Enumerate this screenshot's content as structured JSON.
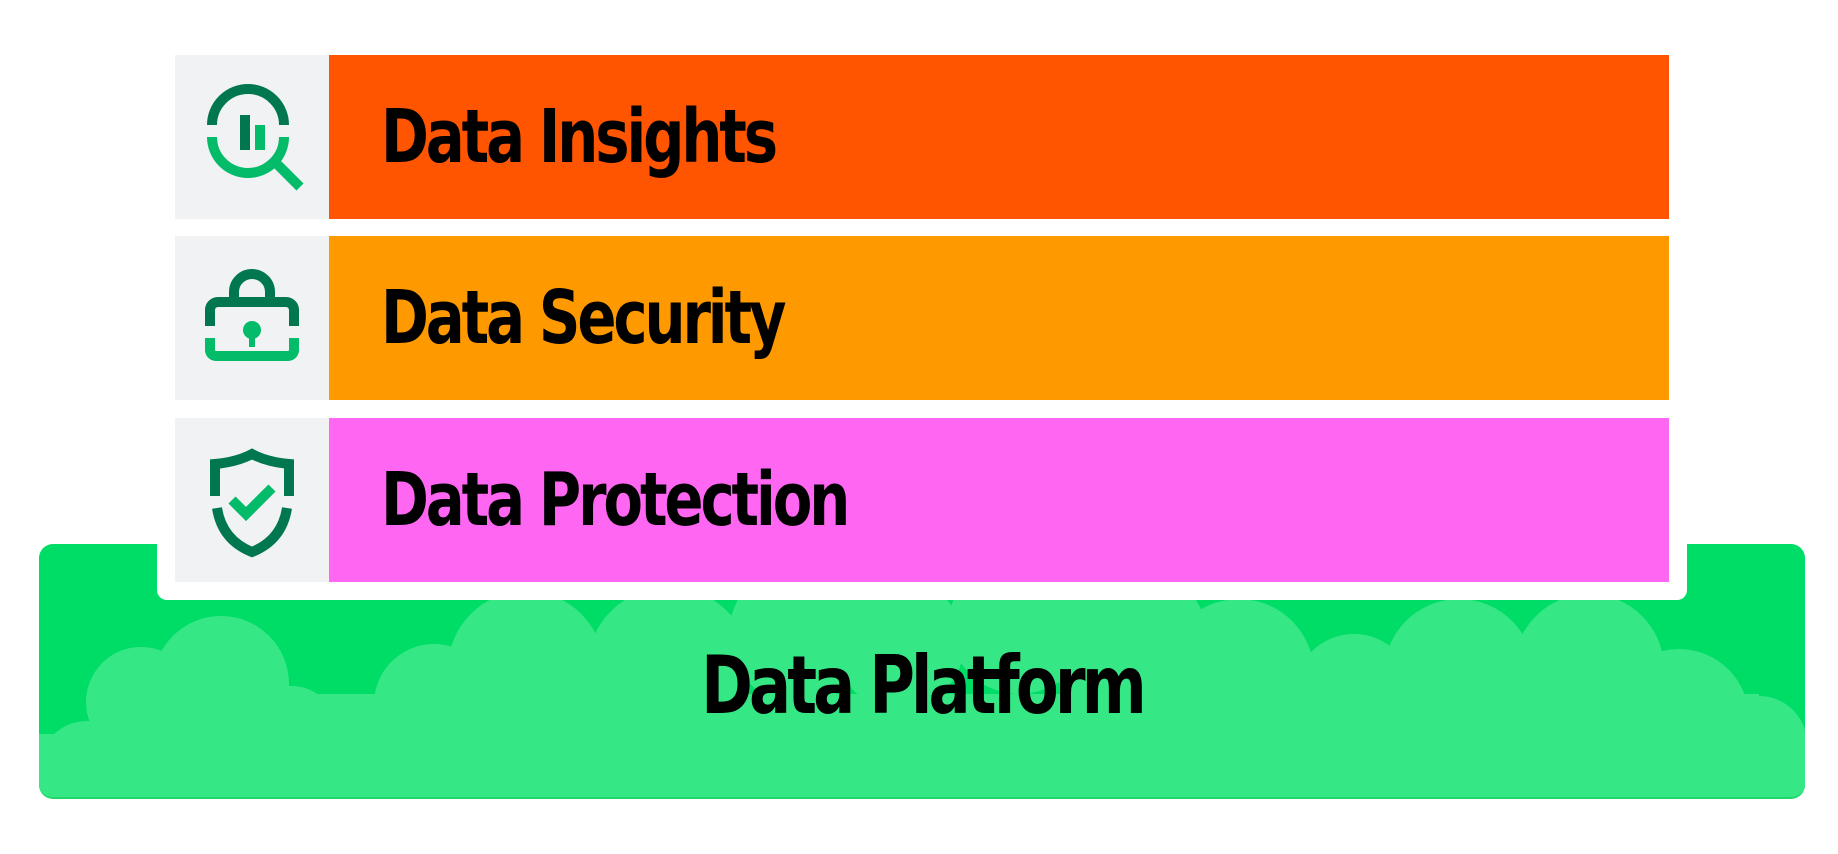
{
  "diagram": {
    "type": "layered-stack",
    "layers": [
      {
        "label": "Data Insights",
        "icon": "magnifier-chart-icon",
        "color": "#FF5500"
      },
      {
        "label": "Data Security",
        "icon": "padlock-icon",
        "color": "#FF9900"
      },
      {
        "label": "Data Protection",
        "icon": "shield-check-icon",
        "color": "#FF66F2"
      }
    ],
    "platform": {
      "label": "Data Platform",
      "color": "#00DD67",
      "cloud_color": "#36E885"
    },
    "icon_colors": {
      "dark_green": "#00774E",
      "light_green": "#03BB69",
      "icon_bg": "#F1F2F4"
    }
  }
}
